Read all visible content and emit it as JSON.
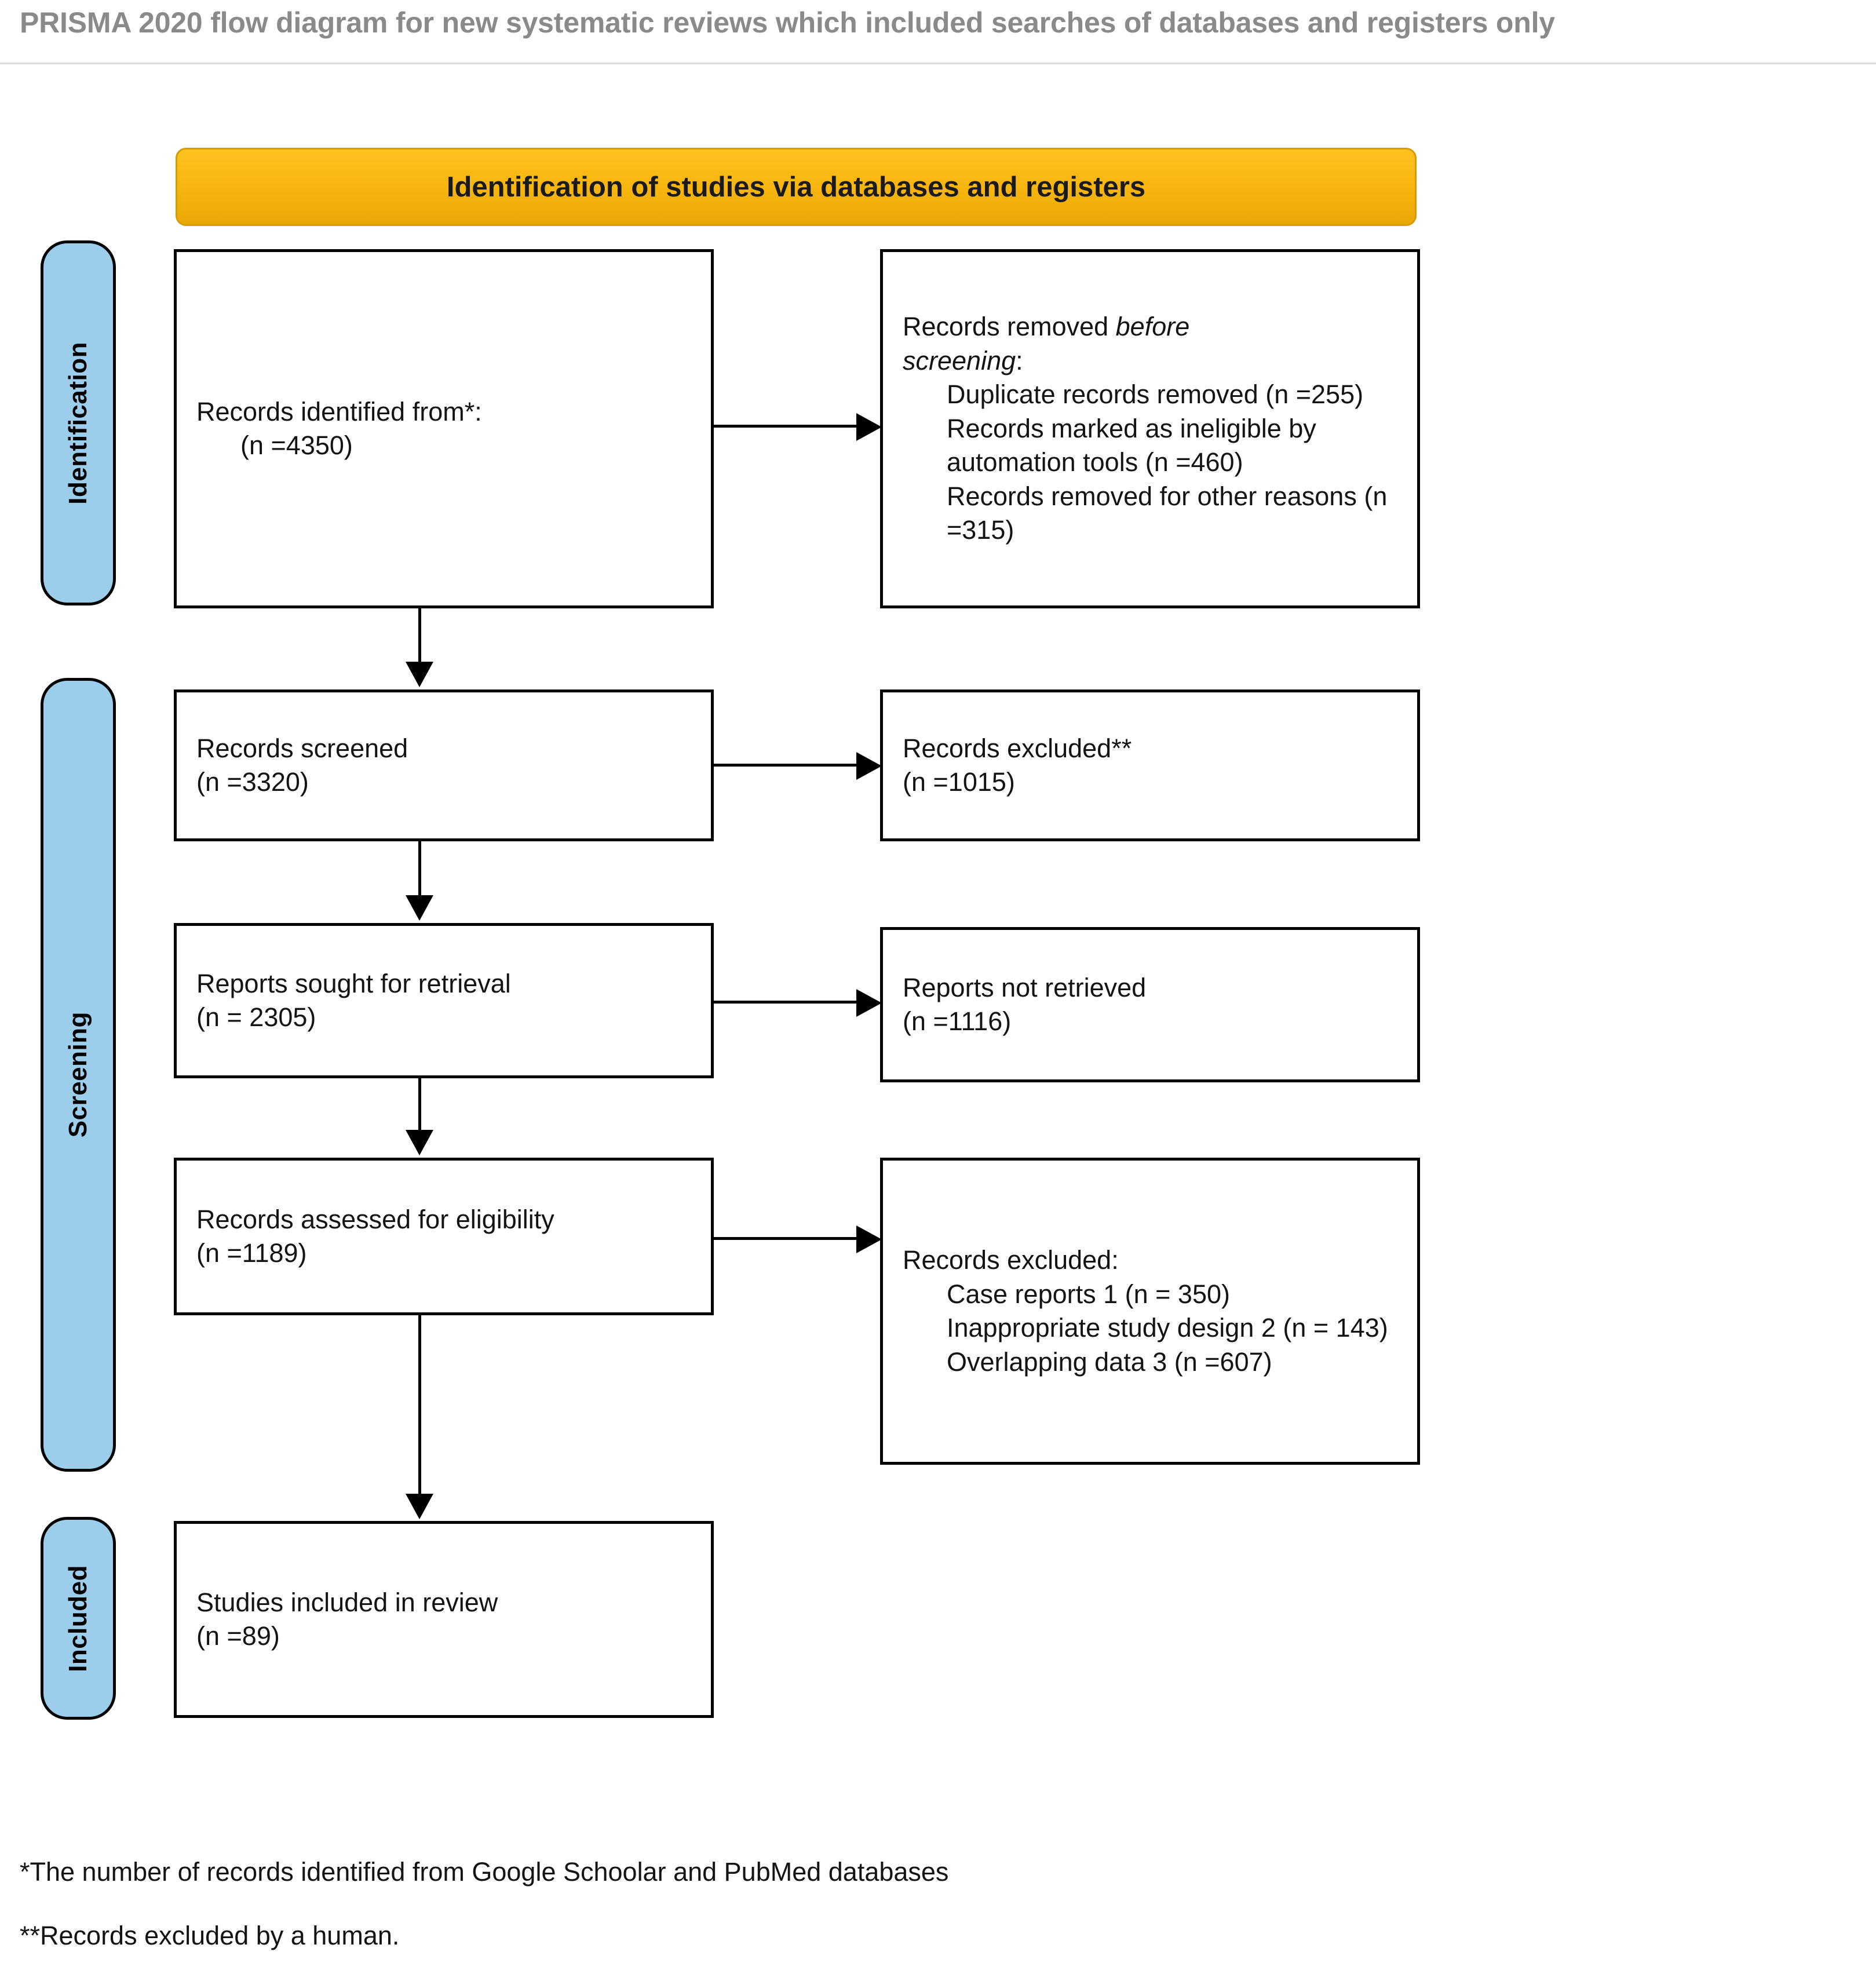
{
  "title": "PRISMA 2020 flow diagram for new systematic reviews which included searches of databases and registers only",
  "colors": {
    "banner": "#fdb913",
    "pill": "#9ccdeb",
    "box_border": "#000000",
    "title_text": "#8a8a8a"
  },
  "stages": [
    {
      "id": "identification",
      "label": "Identification"
    },
    {
      "id": "screening",
      "label": "Screening"
    },
    {
      "id": "included",
      "label": "Included"
    }
  ],
  "banner": {
    "label": "Identification of studies via databases and registers"
  },
  "boxes": {
    "identified": {
      "line1": "Records identified from*:",
      "line2": "(n =4350)"
    },
    "removed_before": {
      "line1": "Records removed ",
      "line1_em": "before",
      "line2_em": "screening",
      "line2_tail": ":",
      "item1": "Duplicate records removed (n =255)",
      "item2": "Records marked as ineligible by automation tools (n =460)",
      "item3": "Records removed for other reasons (n =315)"
    },
    "screened": {
      "line1": "Records screened",
      "line2": "(n =3320)"
    },
    "excluded_screening": {
      "line1": "Records excluded**",
      "line2": "(n =1015)"
    },
    "sought": {
      "line1": "Reports sought for retrieval",
      "line2": "(n = 2305)"
    },
    "not_retrieved": {
      "line1": "Reports not retrieved",
      "line2": "(n =1116)"
    },
    "assessed": {
      "line1": "Records assessed for eligibility",
      "line2": "(n =1189)"
    },
    "excluded_eligibility": {
      "line1": "Records excluded:",
      "item1": "Case reports 1 (n = 350)",
      "item2": "Inappropriate study design 2 (n = 143)",
      "item3": "Overlapping data 3 (n =607)"
    },
    "included": {
      "line1": "Studies included in review",
      "line2": "(n =89)"
    }
  },
  "footnotes": {
    "one": "*The number of records identified from Google Schoolar and PubMed databases",
    "two": "**Records excluded by a human."
  }
}
